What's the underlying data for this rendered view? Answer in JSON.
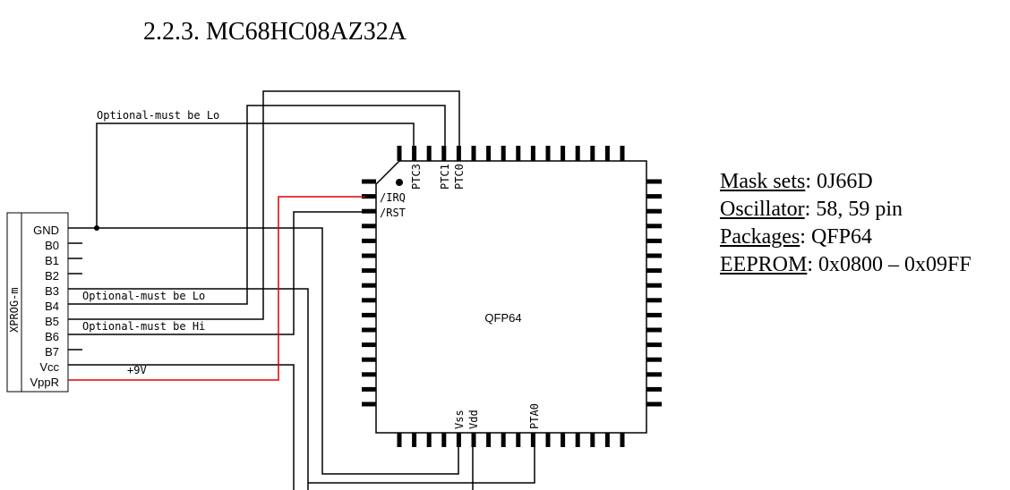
{
  "heading": "2.2.3. MC68HC08AZ32A",
  "info": [
    {
      "key": "Mask sets",
      "value": "0J66D"
    },
    {
      "key": "Oscillator",
      "value": "58, 59 pin"
    },
    {
      "key": "Packages",
      "value": "QFP64"
    },
    {
      "key": "EEPROM",
      "value": "0x0800 – 0x09FF"
    }
  ],
  "connector": {
    "name": "XPROG-m",
    "pins": [
      "GND",
      "B0",
      "B1",
      "B2",
      "B3",
      "B4",
      "B5",
      "B6",
      "B7",
      "Vcc",
      "VppR"
    ]
  },
  "chip": {
    "label": "QFP64",
    "pins": {
      "ptc3": "PTC3",
      "ptc1": "PTC1",
      "ptc0": "PTC0",
      "irq": "/IRQ",
      "rst": "/RST",
      "vss": "Vss",
      "vdd": "Vdd",
      "pta0": "PTA0"
    }
  },
  "notes": {
    "top_optional": "Optional-must be Lo",
    "b4_optional": "Optional-must be Lo",
    "b6_optional": "Optional-must be Hi",
    "vppr_voltage": "+9V"
  },
  "colors": {
    "wire": "#000000",
    "vpp_wire": "#e00000"
  }
}
